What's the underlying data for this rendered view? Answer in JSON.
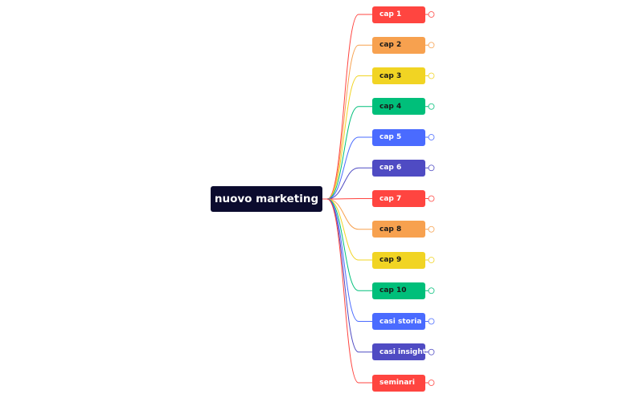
{
  "root": {
    "label": "nuovo marketing",
    "color": "#0b0b2e"
  },
  "branches": [
    {
      "label": "cap 1",
      "color": "#FF4540",
      "text_color": "#ffffff"
    },
    {
      "label": "cap 2",
      "color": "#F7A14F",
      "text_color": "#1a1a1a"
    },
    {
      "label": "cap 3",
      "color": "#F1D423",
      "text_color": "#1a1a1a"
    },
    {
      "label": "cap 4",
      "color": "#00BF7A",
      "text_color": "#1a1a1a"
    },
    {
      "label": "cap 5",
      "color": "#4A6BFF",
      "text_color": "#ffffff"
    },
    {
      "label": "cap 6",
      "color": "#4F4BC3",
      "text_color": "#ffffff"
    },
    {
      "label": "cap 7",
      "color": "#FF4540",
      "text_color": "#ffffff"
    },
    {
      "label": "cap 8",
      "color": "#F7A14F",
      "text_color": "#1a1a1a"
    },
    {
      "label": "cap 9",
      "color": "#F1D423",
      "text_color": "#1a1a1a"
    },
    {
      "label": "cap 10",
      "color": "#00BF7A",
      "text_color": "#1a1a1a"
    },
    {
      "label": "casi storia",
      "color": "#4A6BFF",
      "text_color": "#ffffff"
    },
    {
      "label": "casi insight",
      "color": "#4F4BC3",
      "text_color": "#ffffff"
    },
    {
      "label": "seminari",
      "color": "#FF4540",
      "text_color": "#ffffff"
    }
  ]
}
